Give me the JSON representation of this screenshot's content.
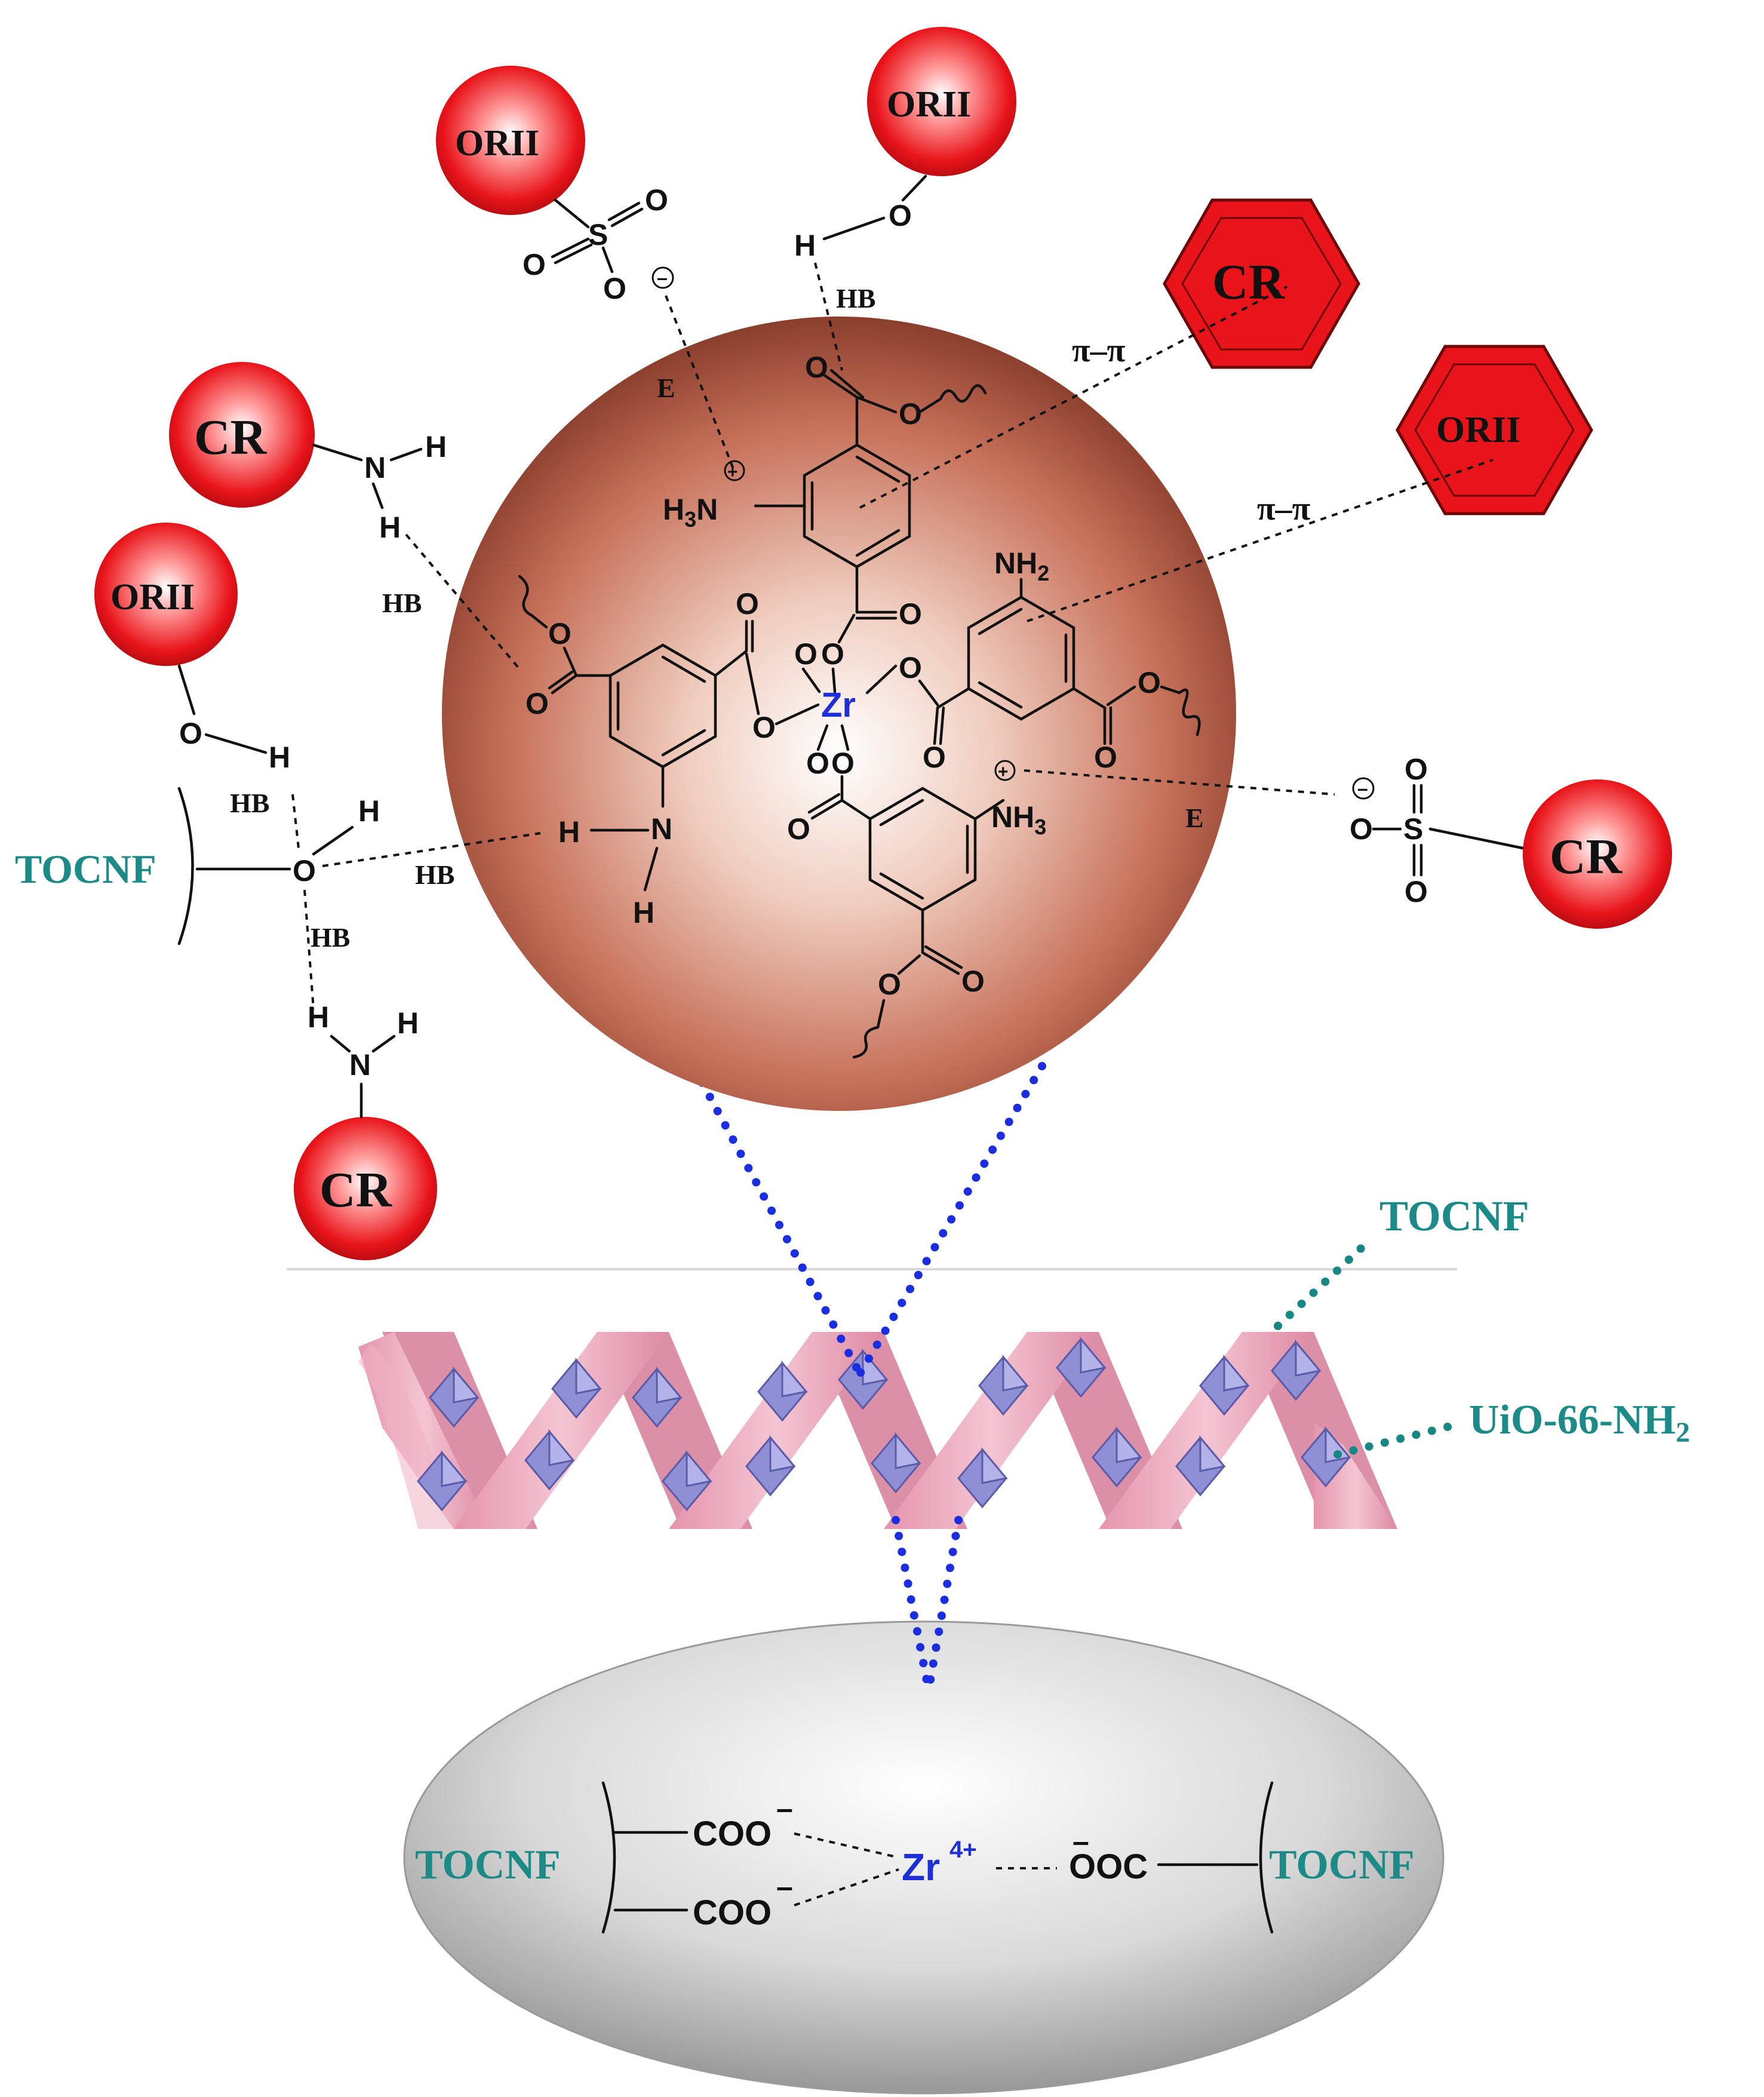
{
  "dyes": {
    "orii": "ORII",
    "cr": "CR"
  },
  "labels": {
    "hb": "HB",
    "e": "E",
    "pi_pi": "π–π",
    "tocnf": "TOCNF",
    "uio_base": "UiO-66-NH",
    "uio_sub": "2"
  },
  "atoms": {
    "zr": "Zr",
    "zr4": "Zr",
    "zr4_sup": "4+",
    "coo": "COO",
    "ooc": "OOC",
    "minus": "–",
    "nh2": "NH",
    "nh3": "NH",
    "h3n": "H",
    "sub2": "2",
    "sub3": "3",
    "o": "O",
    "s": "S",
    "n": "N",
    "h": "H",
    "plus": "+",
    "neg": "–"
  },
  "colors": {
    "dye_red": "#e8141a",
    "sphere": "#c7715a",
    "helix_pink": "#e7a4b8",
    "crystal": "#8f8fd6",
    "ellipse_grey": "#b8b8b8",
    "dots_blue": "#1a2ee0",
    "tocnf_teal": "#1c8a86",
    "zr_blue": "#1f2fd8"
  }
}
